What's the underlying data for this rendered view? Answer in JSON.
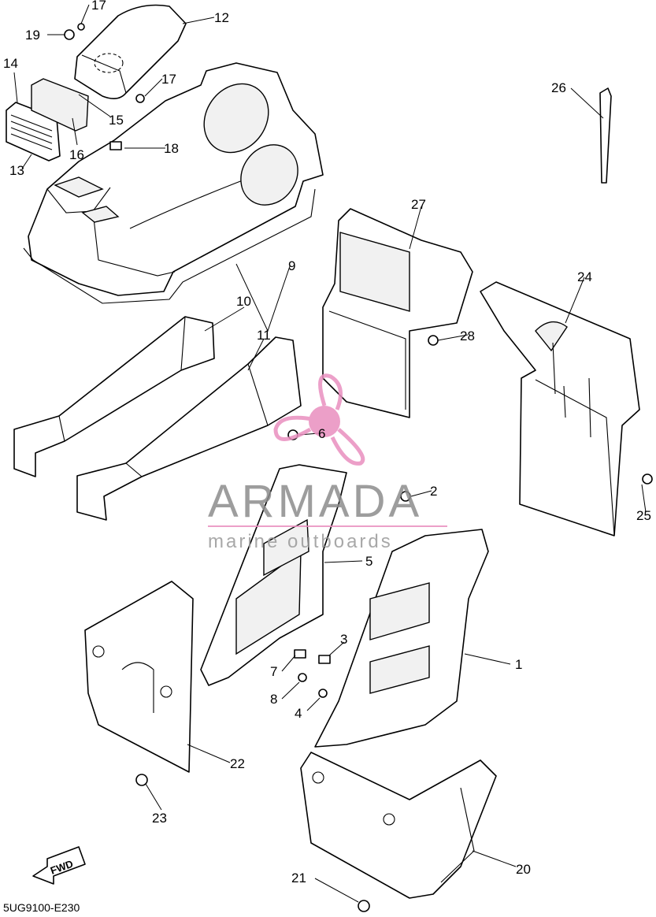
{
  "diagram": {
    "code": "5UG9100-E230",
    "fwd_label": "FWD",
    "callouts": [
      "1",
      "2",
      "3",
      "4",
      "5",
      "6",
      "7",
      "8",
      "9",
      "10",
      "11",
      "12",
      "13",
      "14",
      "15",
      "16",
      "17",
      "17",
      "18",
      "19",
      "20",
      "21",
      "22",
      "23",
      "24",
      "25",
      "26",
      "27",
      "28"
    ]
  },
  "watermark": {
    "brand": "ARMADA",
    "tagline": "marine outboards",
    "logo_color": "#e98fbf",
    "text_color": "#8c8c8c"
  }
}
